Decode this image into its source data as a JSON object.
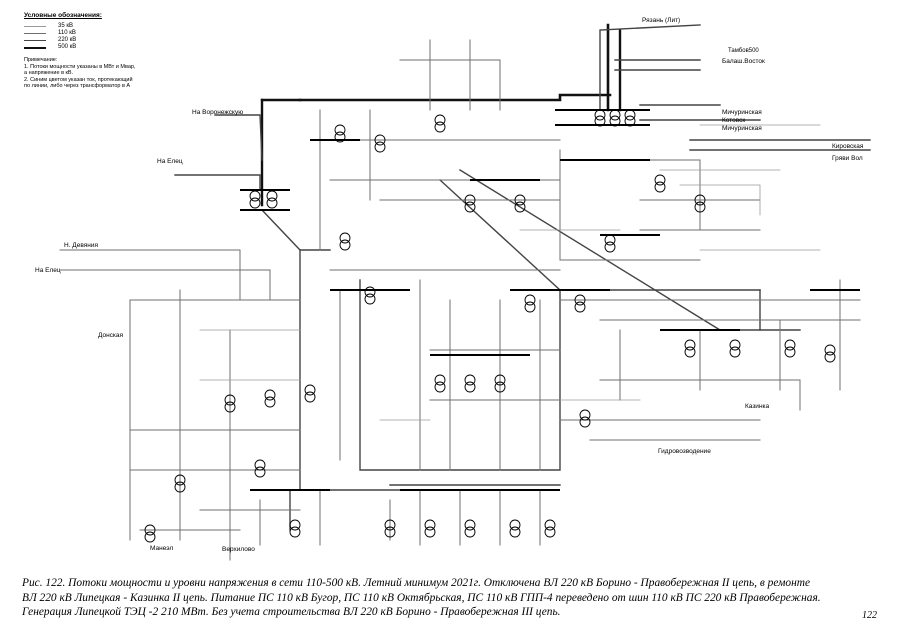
{
  "legend": {
    "title": "Условные обозначения:",
    "items": [
      {
        "label": "35 кВ",
        "color": "#9a9a9a"
      },
      {
        "label": "110 кВ",
        "color": "#6f6f6f"
      },
      {
        "label": "220 кВ",
        "color": "#444444"
      },
      {
        "label": "500 кВ",
        "color": "#111111"
      }
    ],
    "note_title": "Примечание:",
    "note_lines": [
      "1. Потоки мощности указаны в МВт и Мвар,",
      "а напряжение в кВ.",
      "2. Синим цветом указан ток, протекающий",
      "по линии, либо через трансформатор в А"
    ]
  },
  "directions": [
    {
      "text": "Рязань (Лит)"
    },
    {
      "text": "Тамбов500"
    },
    {
      "text": "Балаш.Восток"
    },
    {
      "text": "Мичуринская"
    },
    {
      "text": "Котовск"
    },
    {
      "text": "Мичуринская"
    },
    {
      "text": "Кировская"
    },
    {
      "text": "Гряви Вол"
    },
    {
      "text": "На Воронежскую"
    },
    {
      "text": "На Елец"
    },
    {
      "text": "Н. Девяния"
    },
    {
      "text": "На Елец"
    },
    {
      "text": "Донская"
    },
    {
      "text": "Казинка"
    },
    {
      "text": "Гидровозводение"
    },
    {
      "text": "Верхилово"
    },
    {
      "text": "Манеэл"
    }
  ],
  "caption_lines": [
    "Рис. 122. Потоки мощности и уровни напряжения в сети 110-500 кВ.  Летний минимум 2021г. Отключена ВЛ 220 кВ Борино - Правобережная  II  цепь, в ремонте",
    "ВЛ 220 кВ Липецкая - Казинка  II  цепь. Питание ПС 110 кВ Бугор, ПС 110 кВ Октябрьская, ПС 110 кВ ГПП-4  переведено от шин 110 кВ ПС 220 кВ Правобережная.",
    "Генерация Липецкой ТЭЦ -2 210 МВт. Без учета строительства ВЛ 220 кВ Борино - Правобережная  III  цепь."
  ],
  "page_number": "122"
}
